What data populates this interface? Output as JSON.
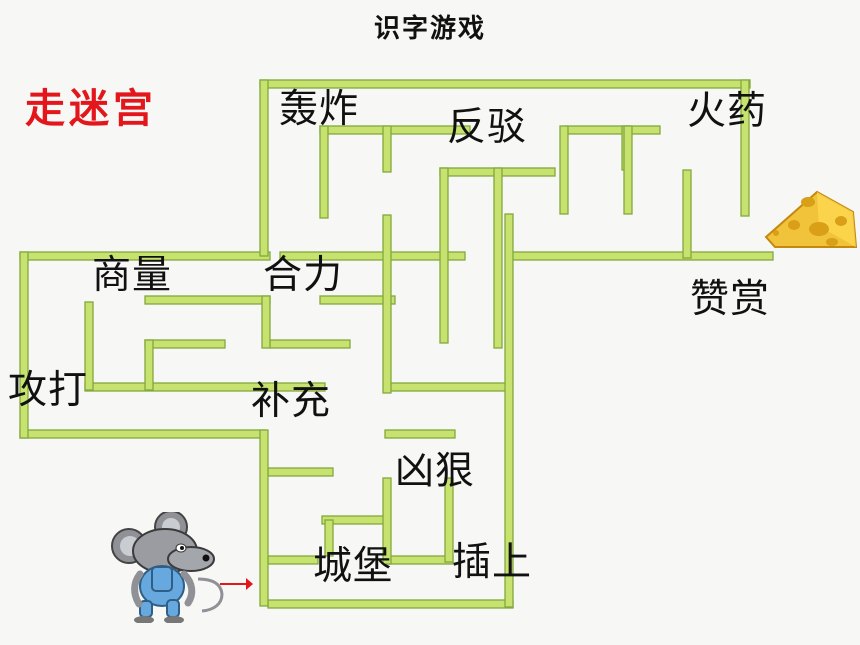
{
  "header": {
    "title": "识字游戏"
  },
  "subtitle": "走迷宫",
  "words": [
    "轰炸",
    "反驳",
    "火药",
    "商量",
    "合力",
    "赞赏",
    "攻打",
    "补充",
    "凶狠",
    "城堡",
    "插上"
  ],
  "colors": {
    "maze_fill": "#c7e26f",
    "maze_outline": "#83a93d",
    "title_text": "#111111",
    "accent_red": "#e2161b",
    "cheese_yellow": "#f1c33a",
    "cheese_shadow": "#d89f17",
    "mouse_body": "#8f9196",
    "mouse_overalls": "#67a9df"
  },
  "icons": {
    "cheese": "cheese-icon",
    "mouse": "mouse-icon",
    "arrow": "arrow-icon"
  }
}
